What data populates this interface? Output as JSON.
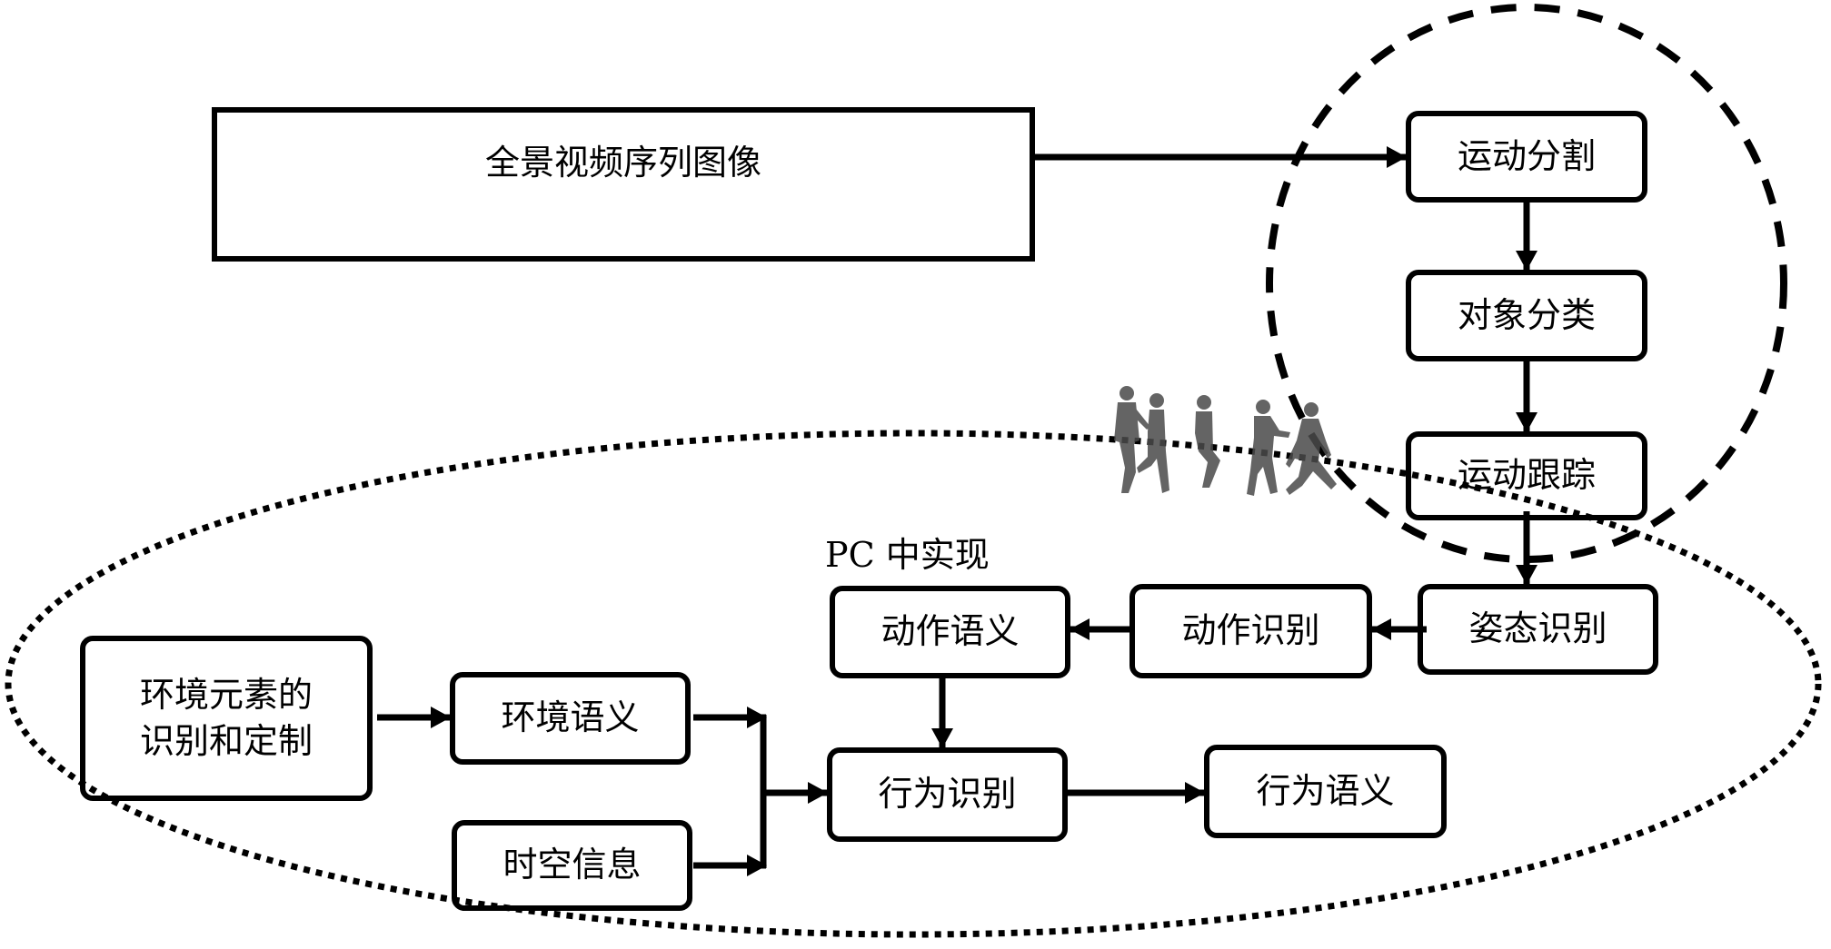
{
  "diagram": {
    "title": "",
    "annotation_label": "PC 中实现",
    "regions": [
      {
        "id": "camera-side",
        "style": "dashed",
        "shape": "circle",
        "contains": [
          "motion-segmentation",
          "object-classification",
          "motion-tracking"
        ]
      },
      {
        "id": "pc-side",
        "style": "dotted",
        "shape": "ellipse",
        "label": "PC 中实现",
        "contains": [
          "posture-recognition",
          "action-recognition",
          "action-semantics",
          "behavior-recognition",
          "behavior-semantics",
          "environment-element",
          "environment-semantics",
          "spatiotemporal-info"
        ]
      }
    ],
    "nodes": [
      {
        "id": "panoramic-video",
        "label": "全景视频序列图像"
      },
      {
        "id": "motion-segmentation",
        "label": "运动分割"
      },
      {
        "id": "object-classification",
        "label": "对象分类"
      },
      {
        "id": "motion-tracking",
        "label": "运动跟踪"
      },
      {
        "id": "posture-recognition",
        "label": "姿态识别"
      },
      {
        "id": "action-recognition",
        "label": "动作识别"
      },
      {
        "id": "action-semantics",
        "label": "动作语义"
      },
      {
        "id": "behavior-recognition",
        "label": "行为识别"
      },
      {
        "id": "behavior-semantics",
        "label": "行为语义"
      },
      {
        "id": "environment-element",
        "label_line1": "环境元素的",
        "label_line2": "识别和定制"
      },
      {
        "id": "environment-semantics",
        "label": "环境语义"
      },
      {
        "id": "spatiotemporal-info",
        "label": "时空信息"
      }
    ],
    "edges": [
      {
        "from": "panoramic-video",
        "to": "motion-segmentation"
      },
      {
        "from": "motion-segmentation",
        "to": "object-classification"
      },
      {
        "from": "object-classification",
        "to": "motion-tracking"
      },
      {
        "from": "motion-tracking",
        "to": "posture-recognition"
      },
      {
        "from": "posture-recognition",
        "to": "action-recognition"
      },
      {
        "from": "action-recognition",
        "to": "action-semantics"
      },
      {
        "from": "action-semantics",
        "to": "behavior-recognition"
      },
      {
        "from": "environment-element",
        "to": "environment-semantics"
      },
      {
        "from": "environment-semantics",
        "to": "behavior-recognition"
      },
      {
        "from": "spatiotemporal-info",
        "to": "behavior-recognition"
      },
      {
        "from": "behavior-recognition",
        "to": "behavior-semantics"
      }
    ],
    "decorations": [
      {
        "type": "walking-people-silhouettes",
        "count": 5
      }
    ]
  }
}
